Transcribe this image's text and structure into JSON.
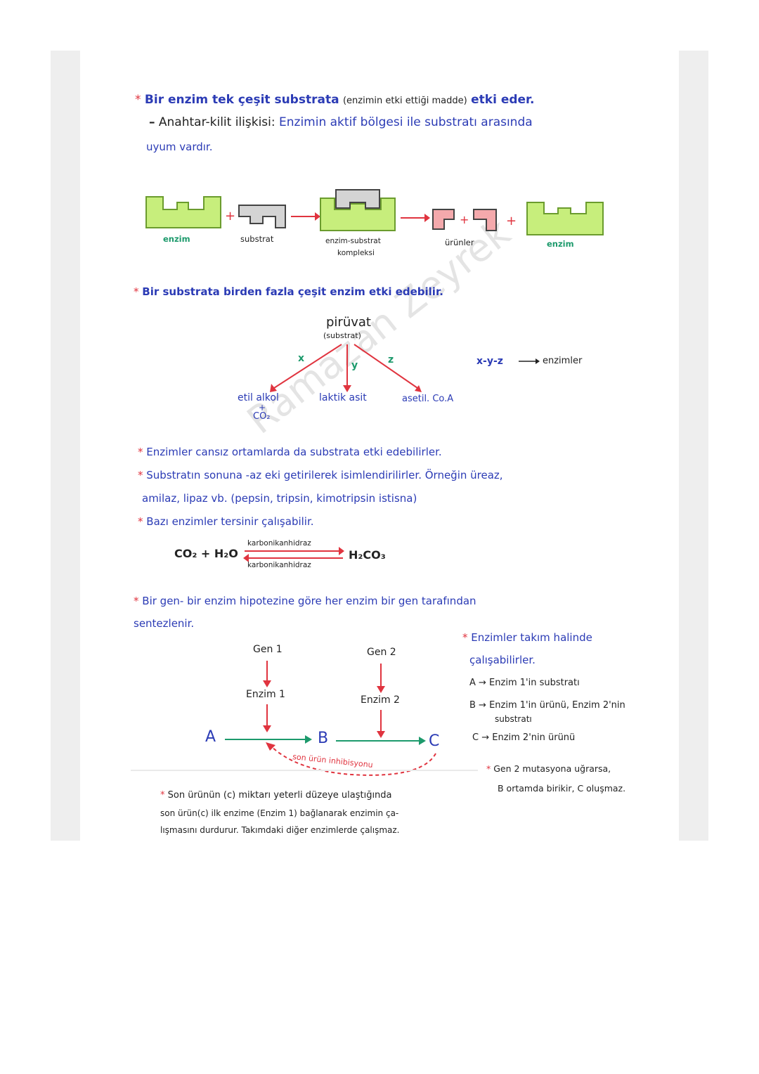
{
  "lines": {
    "l1a": "Bir enzim tek çeşit substrata",
    "l1b": "(enzimin etki ettiği madde)",
    "l1c": "etki eder.",
    "l2a": "Anahtar-kilit ilişkisi:",
    "l2b": "Enzimin aktif bölgesi ile substratı arasında",
    "l3": "uyum vardır.",
    "l4": "Bir substrata birden fazla çeşit enzim etki edebilir.",
    "l5": "Enzimler cansız ortamlarda da substrata etki edebilirler.",
    "l6": "Substratın sonuna -az eki getirilerek isimlendirilirler. Örneğin üreaz,",
    "l7": "amilaz, lipaz vb. (pepsin, tripsin, kimotripsin istisna)",
    "l8": "Bazı enzimler tersinir çalışabilir.",
    "l9": "Bir gen- bir enzim hipotezine göre her enzim bir gen tarafından",
    "l10": "sentezlenir.",
    "l11": "Enzimler takım halinde",
    "l12": "çalışabilirler.",
    "l13": "A → Enzim 1'in substratı",
    "l14": "B → Enzim 1'in ürünü, Enzim 2'nin",
    "l15": "substratı",
    "l16": "C → Enzim 2'nin ürünü",
    "l17": "Gen 2 mutasyona uğrarsa,",
    "l18": "B ortamda birikir, C oluşmaz.",
    "l19": "Son ürünün (c) miktarı yeterli düzeye ulaştığında",
    "l20": "son ürün(c) ilk enzime (Enzim 1) bağlanarak enzimin ça-",
    "l21": "lışmasını durdurur. Takımdaki diğer enzimlerde çalışmaz."
  },
  "lock_key": {
    "enzim": "enzim",
    "substrat": "substrat",
    "complex1": "enzim-substrat",
    "complex2": "kompleksi",
    "urunler": "ürünler",
    "enzim2": "enzim",
    "plus": "+"
  },
  "pyruvate": {
    "title": "pirüvat",
    "sub": "(substrat)",
    "x": "x",
    "y": "y",
    "z": "z",
    "p1": "etil alkol",
    "p1b": "+",
    "p1c": "CO₂",
    "p2": "laktik asit",
    "p3": "asetil. Co.A",
    "legend": "x-y-z",
    "legend2": "enzimler"
  },
  "reaction": {
    "left": "CO₂ + H₂O",
    "right": "H₂CO₃",
    "top": "karbonikanhidraz",
    "bottom": "karbonikanhidraz"
  },
  "pathway": {
    "gen1": "Gen 1",
    "gen2": "Gen 2",
    "enz1": "Enzim 1",
    "enz2": "Enzim 2",
    "a": "A",
    "b": "B",
    "c": "C",
    "inhibition": "son ürün inhibisyonu"
  },
  "watermark": "Ramazan Zeyrek",
  "colors": {
    "blue": "#2b3bb5",
    "green": "#1d9a6c",
    "red": "#e0343f",
    "lime": "#c7ee7c",
    "pink": "#f4a9ac",
    "gray": "#d4d4d4"
  }
}
